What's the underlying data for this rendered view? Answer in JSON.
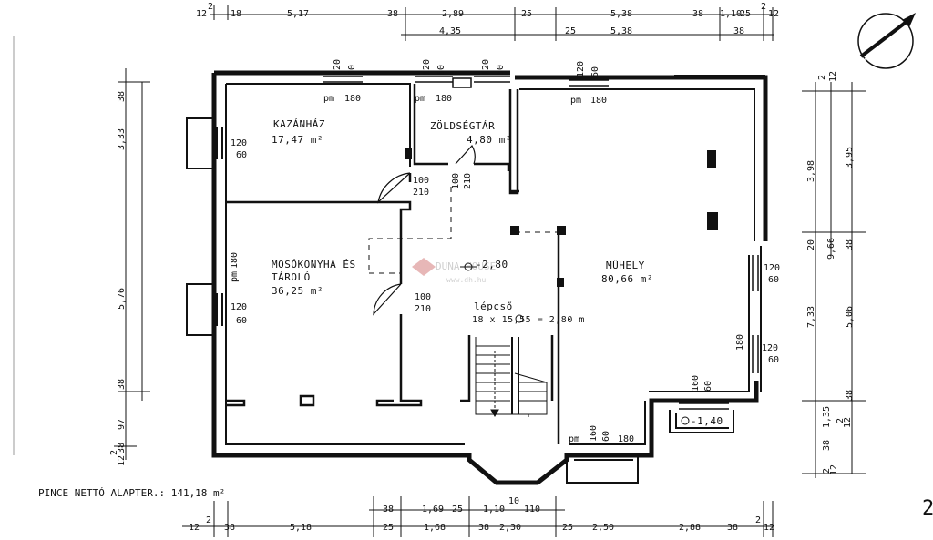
{
  "rooms": {
    "kazanhaz": {
      "name": "KAZÁNHÁZ",
      "area": "17,47 m²"
    },
    "zoldseg": {
      "name": "ZÖLDSÉGTÁR",
      "area": "4,80 m²"
    },
    "mosokonyha": {
      "name": "MOSÓKONYHA ÉS",
      "name2": "TÁROLÓ",
      "area": "36,25 m²"
    },
    "muhely": {
      "name": "MŰHELY",
      "area": "80,66 m²"
    },
    "lepcso": {
      "name": "lépcső",
      "spec": "18 x 15,55 = 2,80 m"
    }
  },
  "levels": {
    "center": "-2,80",
    "lower": "-1,40"
  },
  "summary": "PINCE NETTÓ ALAPTER.: 141,18 m²",
  "watermark": {
    "brand": "DUNA HOUSE",
    "url": "www.dh.hu"
  },
  "page_number": "2",
  "openings": {
    "w1": "120",
    "w1b": "60",
    "pm": "pm",
    "pm180": "180",
    "d100": "100",
    "d210": "210",
    "w160": "160",
    "w60": "60"
  },
  "dims": {
    "top_row1": [
      "12",
      "2",
      "18",
      "5,17",
      "38",
      "2,89",
      "25",
      "5,38",
      "38",
      "1,10",
      "25",
      "2",
      "12"
    ],
    "top_row2": [
      "4,35",
      "25",
      "5,38",
      "38"
    ],
    "bottom_row1": [
      "38",
      "1,69",
      "25",
      "1,10",
      "110",
      "10"
    ],
    "bottom_row2": [
      "12",
      "2",
      "38",
      "5,18",
      "25",
      "1,68",
      "38",
      "2,30",
      "25",
      "2,50",
      "2,88",
      "38",
      "2",
      "12"
    ],
    "left": [
      "38",
      "3,33",
      "5,76",
      "38",
      "97",
      "12",
      "2",
      "38"
    ],
    "right": [
      "2",
      "12",
      "3,98",
      "3,95",
      "20",
      "9,66",
      "38",
      "7,33",
      "5,06",
      "38",
      "1,35",
      "2",
      "12",
      "38",
      "2",
      "12"
    ]
  }
}
